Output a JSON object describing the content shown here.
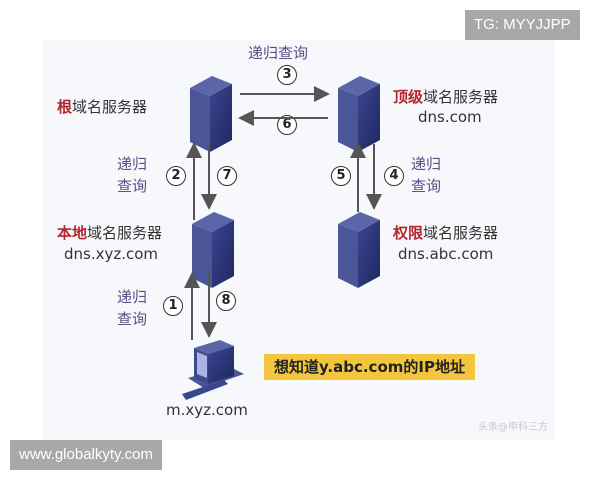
{
  "watermarks": {
    "top_right": "TG: MYYJJPP",
    "bottom_left": "www.globalkyty.com"
  },
  "servers": {
    "root": {
      "prefix": "根",
      "suffix": "域名服务器"
    },
    "tld": {
      "prefix": "顶级",
      "suffix": "域名服务器",
      "host": "dns.com"
    },
    "local": {
      "prefix": "本地",
      "suffix": "域名服务器",
      "host": "dns.xyz.com"
    },
    "authoritative": {
      "prefix": "权限",
      "suffix": "域名服务器",
      "host": "dns.abc.com"
    }
  },
  "client": {
    "host": "m.xyz.com"
  },
  "query_labels": {
    "top": "递归查询",
    "line1": "递归",
    "line2": "查询"
  },
  "steps": [
    "①",
    "②",
    "③",
    "④",
    "⑤",
    "⑥",
    "⑦",
    "⑧"
  ],
  "step_numbers": [
    "1",
    "2",
    "3",
    "4",
    "5",
    "6",
    "7",
    "8"
  ],
  "note": "想知道y.abc.com的IP地址",
  "credit": "头条@申科三方",
  "colors": {
    "highlight_red": "#b3262f",
    "server_blue": "#2e3a7a",
    "note_yellow": "#f3c63d",
    "query_purple": "#5a4f86",
    "arrow_gray": "#555555"
  }
}
